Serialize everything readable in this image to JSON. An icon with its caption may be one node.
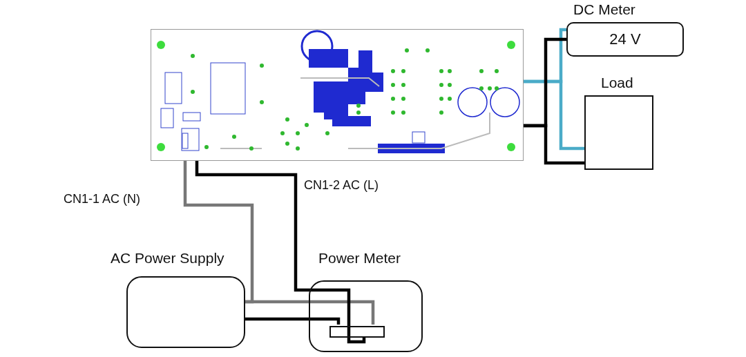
{
  "diagram": {
    "nodes": [
      {
        "text": [],
        "shape": "picture"
      },
      {
        "text": [
          "DC Meter",
          "24 V"
        ]
      },
      {
        "text": [
          "Load"
        ]
      },
      {
        "text": [
          "AC Power Supply"
        ]
      },
      {
        "text": [
          "Power Meter"
        ]
      },
      {
        "text": [],
        "shape": "box",
        "in": 4
      }
    ],
    "edges": [
      {
        "from": 0,
        "to": 3,
        "arrow": "none",
        "label": "CN1-1 AC (N)",
        "color": "#777777"
      },
      {
        "from": 3,
        "to": 5,
        "arrow": "none",
        "color": "#777777"
      },
      {
        "from": 0,
        "to": 5,
        "arrow": "none",
        "label": "CN1-2 AC (L)"
      },
      {
        "from": 3,
        "to": 5,
        "arrow": "none"
      },
      {
        "from": 0,
        "to": 1,
        "arrow": "none",
        "color": "#4aabc8"
      },
      {
        "from": 0,
        "to": 2,
        "arrow": "none",
        "color": "#4aabc8"
      },
      {
        "from": 0,
        "to": 1,
        "arrow": "none"
      },
      {
        "from": 0,
        "to": 2,
        "arrow": "none"
      }
    ]
  }
}
